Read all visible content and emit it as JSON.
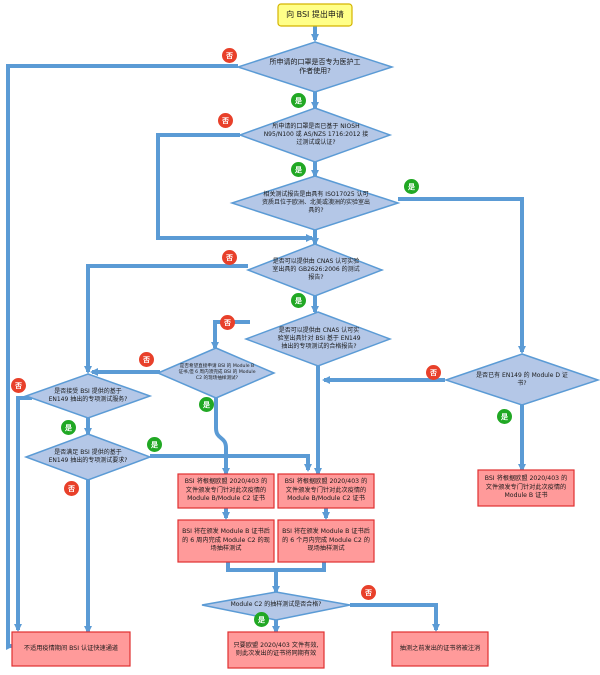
{
  "start": "向 BSI 提出申请",
  "q1": "所申请的口罩是否专为医护工作者使用?",
  "q2": "所申请的口罩是否已基于 NIOSH N95/N100 或 AS/NZS 1716:2012 接过测试或认证?",
  "q3": "相关测试报告是由具有 ISO17025 认可资质且位于欧洲、北美或澳洲的实验室出具的?",
  "q4": "是否可以提供由 CNAS 认可实验室出具的 GB2626:2006 的测试报告?",
  "q5": "是否可以提供由 CNAS 认可实验室出具针对 BSI 基于 EN149 抽出的专项测试的合格报告?",
  "q6": "是否希望直接申请 BSI 的 Module B 证书,但 6 周内须完成 BSI 的 Module C2 的现场抽样测试?",
  "q7": "是否接受 BSI 提供的基于 EN149 抽出的专项测试服务?",
  "q8": "是否满足 BSI 提供的基于 EN149 抽出的专项测试要求?",
  "q9": "是否已有 EN149 的 Module D 证书?",
  "q10": "Module C2 的抽样测试是否合格?",
  "r1": "BSI 将根据欧盟 2020/403 的文件颁发专门针对此次疫情的 Module B/Module C2 证书",
  "r2": "BSI 将根据欧盟 2020/403 的文件颁发专门针对此次疫情的 Module B/Module C2 证书",
  "r3": "BSI 将在颁发 Module B 证书后的 6 周内完成 Module C2 的现场抽样测试",
  "r4": "BSI 将在颁发 Module B 证书后的 6 个月内完成 Module C2 的现场抽样测试",
  "r5": "BSI 将根据欧盟 2020/403 的文件颁发专门针对此次疫情的 Module B 证书",
  "r6": "不适用疫情期间 BSI 认证快速通道",
  "r7": "只要欧盟 2020/403 文件有效,则此次发出的证书将同期有效",
  "r8": "抽测之前发出的证书将被注消",
  "labels": {
    "yes": "是",
    "no": "否"
  },
  "colors": {
    "arrow": "#5b9bd5",
    "diamond": "#b4c7e7",
    "diamond_border": "#5b9bd5",
    "result_fill": "#ff9a9a",
    "result_border": "#e03030",
    "start_fill": "#ffff88",
    "start_border": "#d4b400"
  }
}
